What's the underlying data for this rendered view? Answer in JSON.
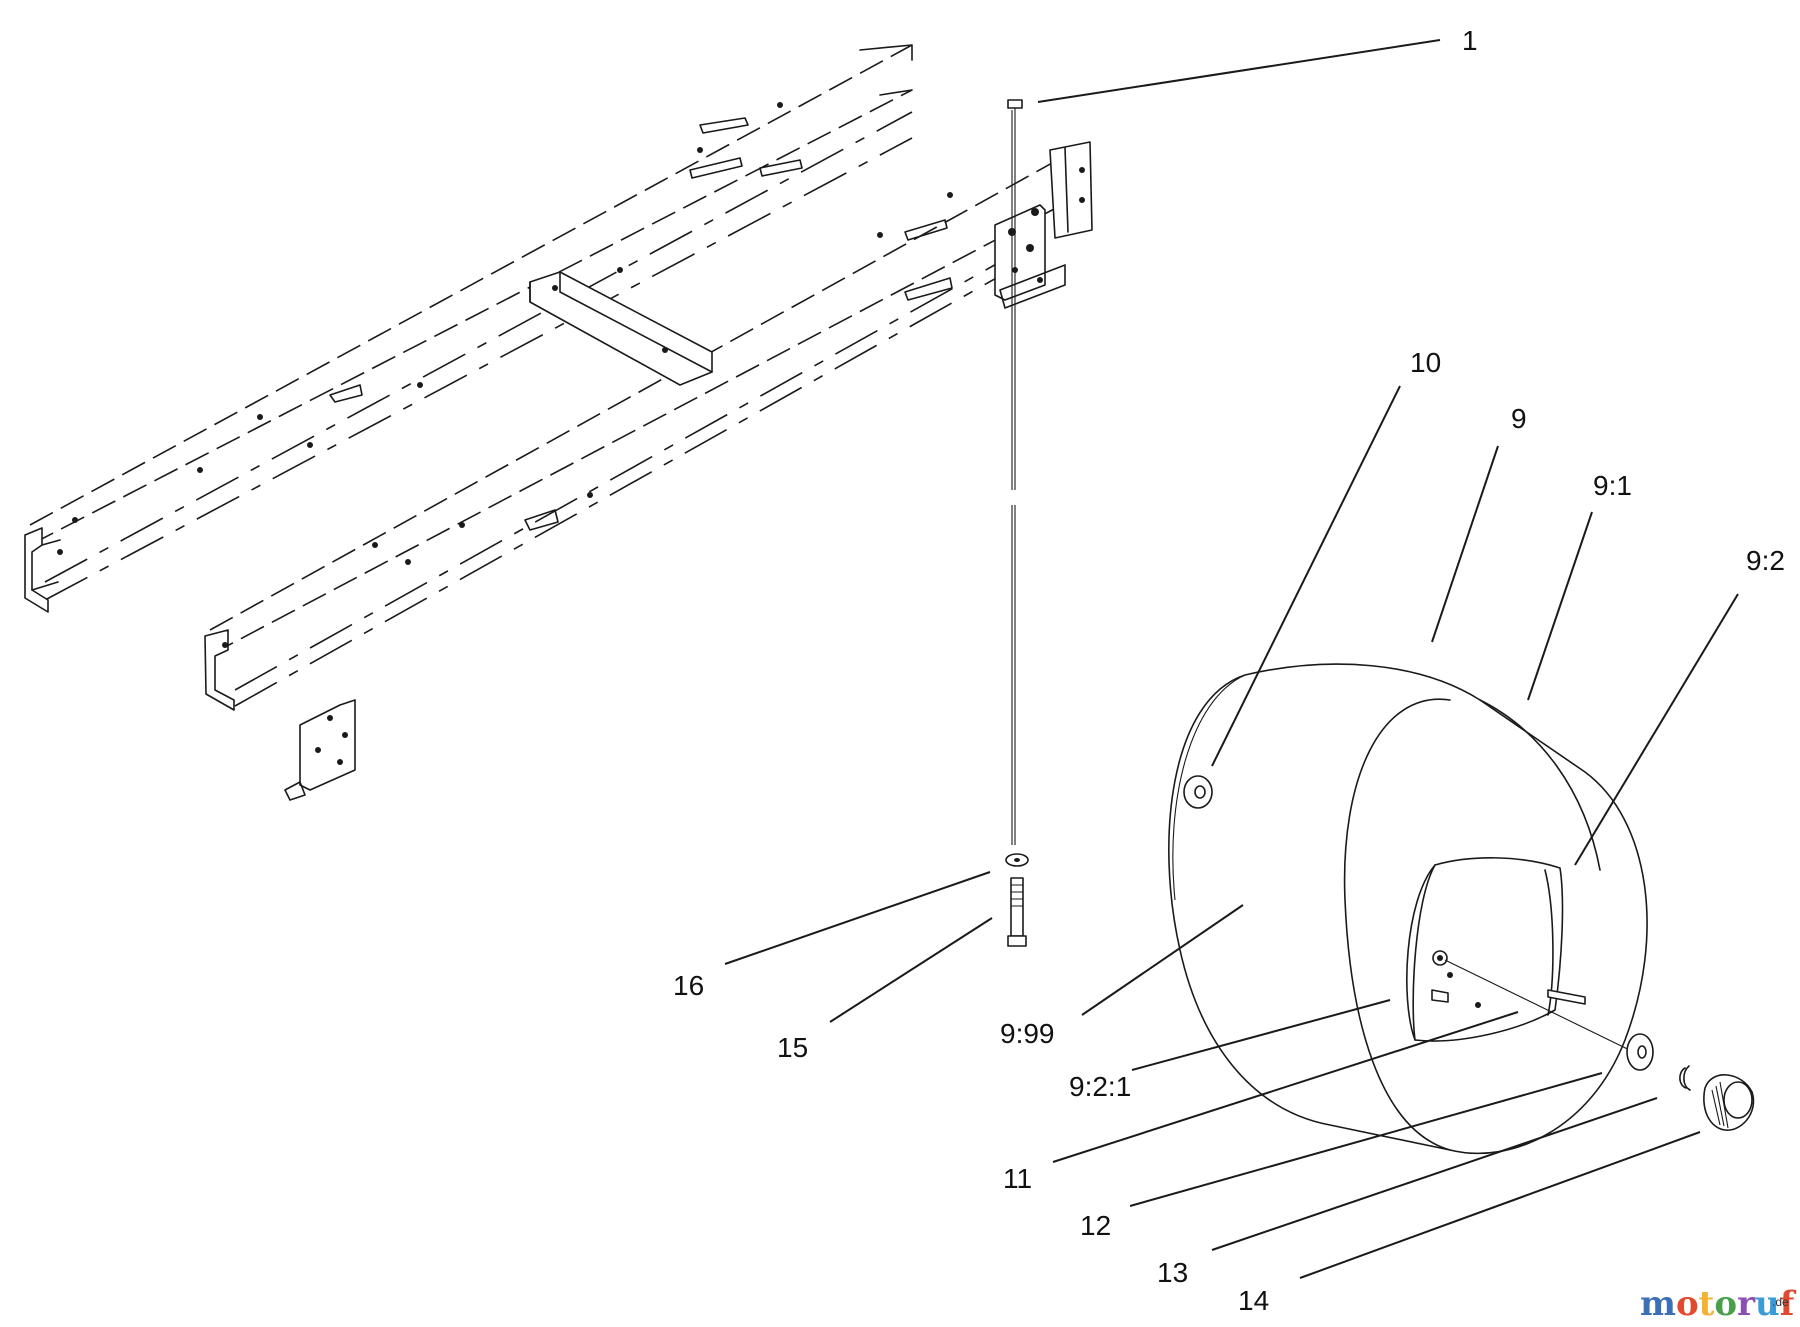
{
  "diagram": {
    "callouts": [
      {
        "id": "c1",
        "label": "1"
      },
      {
        "id": "c9",
        "label": "9"
      },
      {
        "id": "c9-1",
        "label": "9:1"
      },
      {
        "id": "c9-2",
        "label": "9:2"
      },
      {
        "id": "c9-2-1",
        "label": "9:2:1"
      },
      {
        "id": "c9-99",
        "label": "9:99"
      },
      {
        "id": "c10",
        "label": "10"
      },
      {
        "id": "c11",
        "label": "11"
      },
      {
        "id": "c12",
        "label": "12"
      },
      {
        "id": "c13",
        "label": "13"
      },
      {
        "id": "c14",
        "label": "14"
      },
      {
        "id": "c15",
        "label": "15"
      },
      {
        "id": "c16",
        "label": "16"
      }
    ]
  },
  "watermark": {
    "brand": "motoruf",
    "tld": ".de",
    "letters": [
      "m",
      "o",
      "t",
      "o",
      "r",
      "u",
      "f"
    ],
    "colors": [
      "#3b6fb6",
      "#e04a2f",
      "#f2b233",
      "#4aa04a",
      "#8a4fb0",
      "#3b9bd6",
      "#e04a2f"
    ]
  }
}
